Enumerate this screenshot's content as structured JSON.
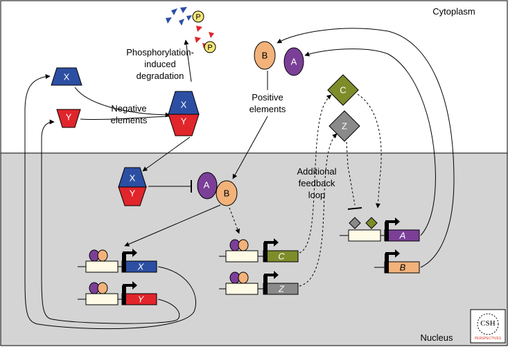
{
  "regions": {
    "cytoplasm": "Cytoplasm",
    "nucleus": "Nucleus"
  },
  "labels": {
    "phosphorylation_line1": "Phosphorylation-",
    "phosphorylation_line2": "induced",
    "phosphorylation_line3": "degradation",
    "negative_line1": "Negative",
    "negative_line2": "elements",
    "positive_line1": "Positive",
    "positive_line2": "elements",
    "feedback_line1": "Additional",
    "feedback_line2": "feedback",
    "feedback_line3": "loop"
  },
  "proteins": {
    "x": "X",
    "y": "Y",
    "a": "A",
    "b": "B",
    "c": "C",
    "z": "Z",
    "p": "P"
  },
  "genes": {
    "x": "X",
    "y": "Y",
    "c": "C",
    "z": "Z",
    "a": "A",
    "b": "B"
  },
  "logo": {
    "name": "CSH",
    "tagline": "PERSPECTIVES"
  },
  "colors": {
    "x_blue": "#2c4fa3",
    "y_red": "#e0252b",
    "a_purple": "#7b3f98",
    "b_orange": "#f2b27a",
    "c_olive": "#7f8c2a",
    "z_gray": "#8a8a8a",
    "p_yellow": "#f7e67a",
    "nucleus_gray": "#d4d4d4",
    "promoter_cream": "#fffbe6"
  }
}
